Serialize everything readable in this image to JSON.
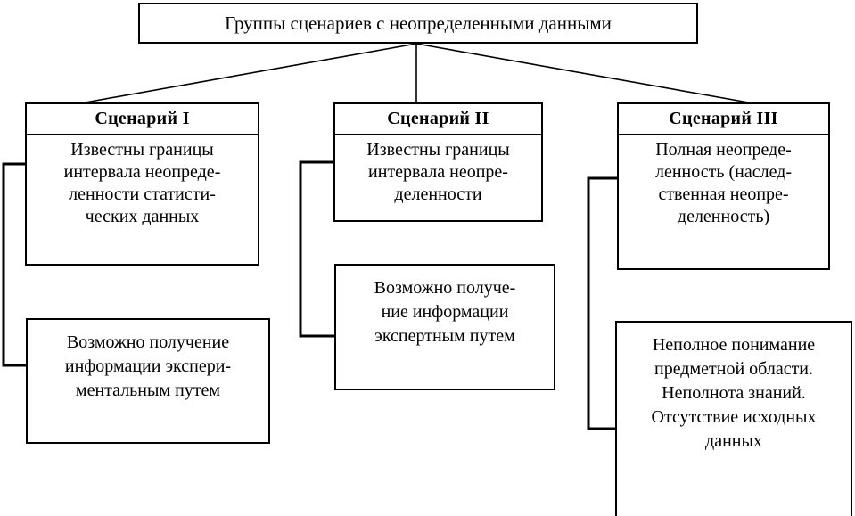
{
  "diagram": {
    "title_box": {
      "text": "Группы сценариев с неопределенными данными"
    },
    "scenarios": [
      {
        "heading": "Сценарий I",
        "body": "Известны границы\nинтервала неопреде-\nленности статисти-\nческих данных",
        "detail": "Возможно получение\nинформации экспери-\nментальным путем"
      },
      {
        "heading": "Сценарий II",
        "body": "Известны границы\nинтервала неопре-\nделенности",
        "detail": "Возможно получе-\nние информации\nэкспертным путем"
      },
      {
        "heading": "Сценарий III",
        "body": "Полная неопреде-\nленность (наслед-\nственная неопре-\nделенность)",
        "detail": "Неполное понимание\nпредметной области.\nНеполнота знаний.\nОтсутствие исходных\nданных"
      }
    ],
    "colors": {
      "stroke": "#000000",
      "background": "#ffffff",
      "text": "#000000"
    }
  }
}
